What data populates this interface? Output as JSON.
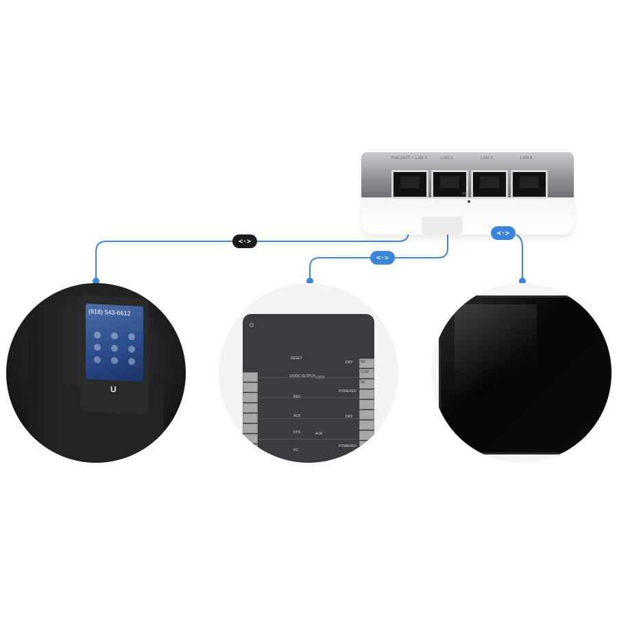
{
  "switch": {
    "ports": [
      {
        "label": "PoE OUT + LAN 1"
      },
      {
        "label": "LAN 2"
      },
      {
        "label": "LAN 3"
      },
      {
        "label": "LAN 4"
      }
    ],
    "reset_label": "RESET"
  },
  "connectors": {
    "pill_label": "<·>"
  },
  "phone": {
    "screen_number": "(818) 543-6612",
    "logo": "U"
  },
  "hub": {
    "labels": {
      "reset": "RESET",
      "output": "12VDC OUTPUT",
      "lock": "LOCK",
      "powered": "POWERED",
      "dry": "DRY",
      "rex": "REX",
      "aux": "AUX",
      "dps": "DPS",
      "nc": "NC",
      "no": "NO",
      "com": "COM",
      "pc": "PC"
    }
  },
  "colors": {
    "accent": "#3b86d8",
    "dark_pill": "#1c1c1c"
  }
}
